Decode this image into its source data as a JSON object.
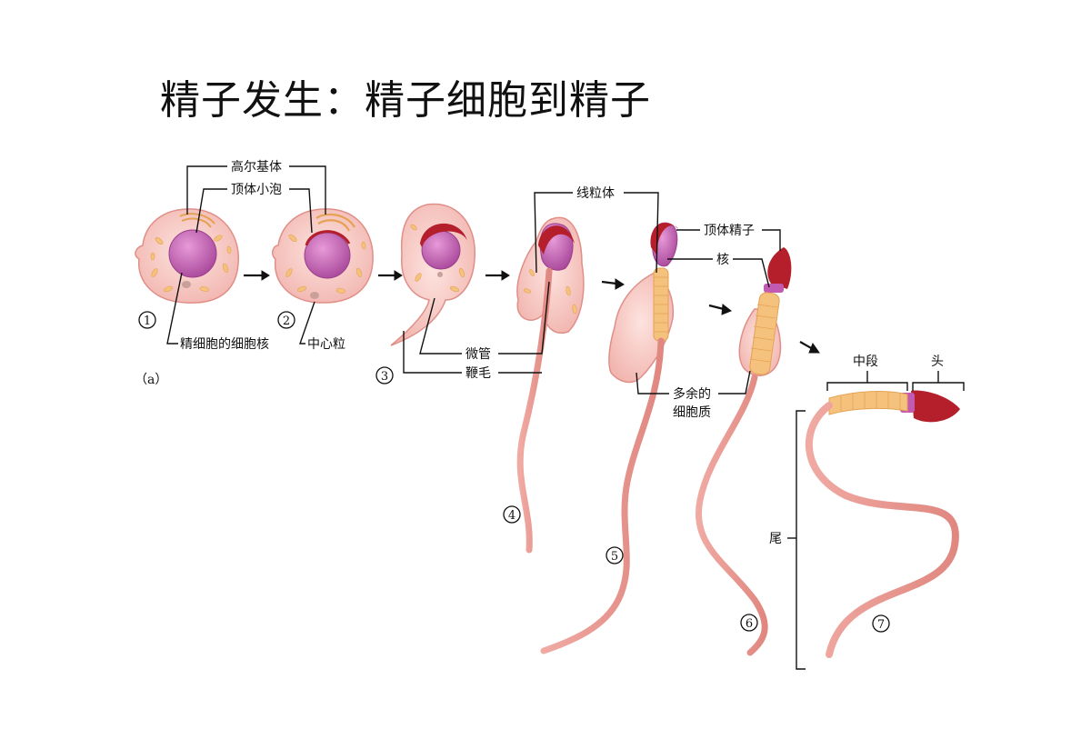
{
  "title": "精子发生：精子细胞到精子",
  "panel": "（a）",
  "labels": {
    "golgi": "高尔基体",
    "acrosomal_vesicle": "顶体小泡",
    "spermatid_nucleus": "精细胞的细胞核",
    "centriole": "中心粒",
    "microtubules": "微管",
    "flagellum": "鞭毛",
    "mitochondria": "线粒体",
    "acrosome": "顶体精子",
    "nucleus": "核",
    "excess_cytoplasm_1": "多余的",
    "excess_cytoplasm_2": "细胞质",
    "midpiece": "中段",
    "head": "头",
    "tail": "尾"
  },
  "stages": [
    "1",
    "2",
    "3",
    "4",
    "5",
    "6",
    "7"
  ],
  "colors": {
    "cytoplasm": "#f6c9c4",
    "membrane": "#e59a93",
    "nucleus": "#c15ab0",
    "acrosome": "#b51f2b",
    "mitochondria": "#f5c27d",
    "tail": "#e9938c"
  }
}
